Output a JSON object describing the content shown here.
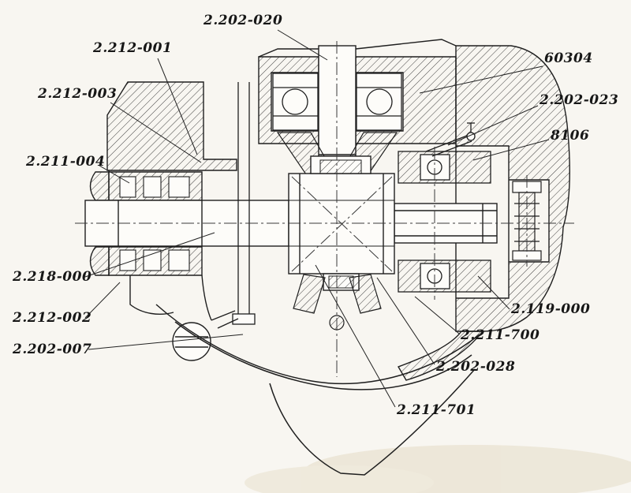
{
  "page": {
    "background": "#f8f6f1",
    "line_color": "#1f1f1f",
    "watermark_color": "#eae3d1"
  },
  "labels": [
    {
      "text": "2.202-020"
    },
    {
      "text": "2.212-001"
    },
    {
      "text": "2.212-003"
    },
    {
      "text": "2.211-004"
    },
    {
      "text": "60304"
    },
    {
      "text": "2.202-023"
    },
    {
      "text": "8106"
    },
    {
      "text": "2.218-000"
    },
    {
      "text": "2.212-002"
    },
    {
      "text": "2.202-007"
    },
    {
      "text": "2.119-000"
    },
    {
      "text": "2.211-700"
    },
    {
      "text": "2.202-028"
    },
    {
      "text": "2.211-701"
    }
  ]
}
